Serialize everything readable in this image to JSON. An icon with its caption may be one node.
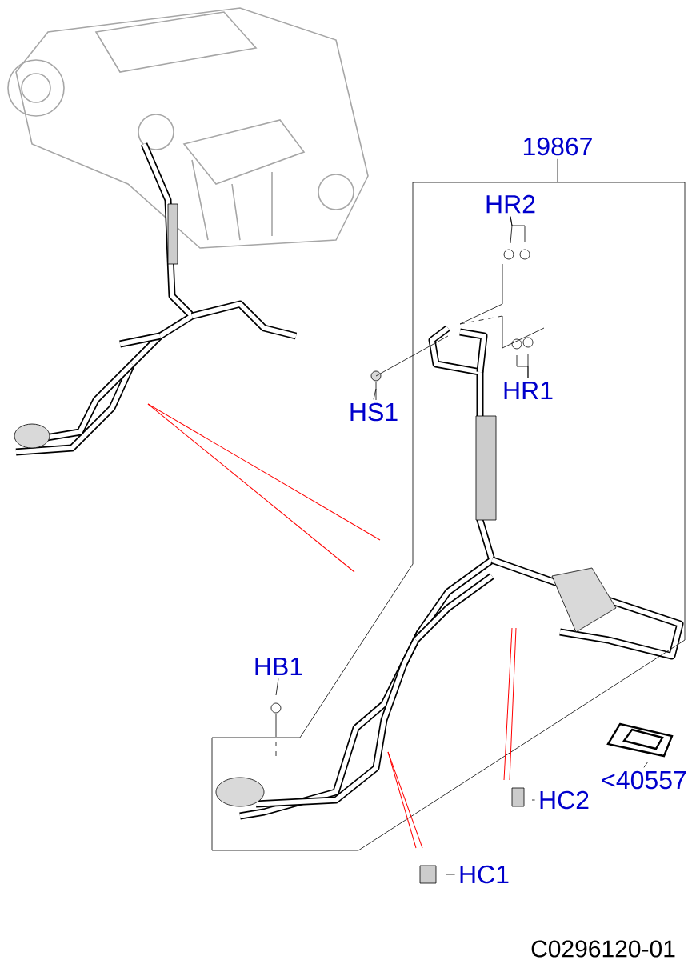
{
  "diagram": {
    "nodes": [
      {
        "text": [
          "19867"
        ]
      },
      {
        "text": [
          "HR2"
        ]
      },
      {
        "text": [
          "HR1"
        ]
      },
      {
        "text": [
          "HS1"
        ]
      },
      {
        "text": [
          "HB1"
        ]
      },
      {
        "text": [
          "HC2"
        ]
      },
      {
        "text": [
          "HC1"
        ]
      },
      {
        "text": [
          "<40557"
        ]
      }
    ],
    "edges": [
      {
        "from": 0,
        "to": null,
        "arrow": "none"
      },
      {
        "from": 1,
        "to": null,
        "arrow": "none"
      },
      {
        "from": 1,
        "to": null,
        "arrow": "none"
      },
      {
        "from": 2,
        "to": null,
        "arrow": "none"
      },
      {
        "from": 2,
        "to": null,
        "arrow": "none"
      },
      {
        "from": 3,
        "to": null,
        "arrow": "none"
      },
      {
        "from": 4,
        "to": null,
        "arrow": "none"
      },
      {
        "from": 5,
        "to": null,
        "arrow": "none"
      },
      {
        "from": 6,
        "to": null,
        "arrow": "none"
      },
      {
        "from": 7,
        "to": null,
        "arrow": "none"
      }
    ],
    "labels": [
      "C0296120-01"
    ]
  }
}
